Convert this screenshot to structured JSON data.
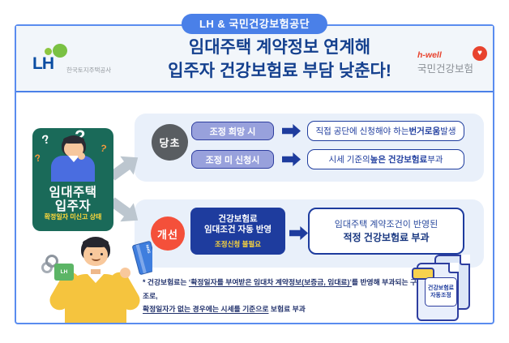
{
  "banner": {
    "label": "LH & 국민건강보험공단"
  },
  "header": {
    "lh": {
      "name": "LH",
      "subtitle": "한국토지주택공사"
    },
    "title_line1": "임대주택 계약정보 연계해",
    "title_line2": "입주자 건강보험료 부담 낮춘다!",
    "nhis": {
      "brand": "h-well",
      "name": "국민건강보험"
    }
  },
  "subject_card": {
    "question_mark": "?",
    "title_line1": "임대주택",
    "title_line2": "입주자",
    "status": "확정일자 미신고 상태"
  },
  "before": {
    "label": "당초",
    "rows": [
      {
        "condition": "조정 희망 시",
        "result_prefix": "직접 공단에 신청해야 하는 ",
        "result_bold": "번거로움",
        "result_suffix": " 발생"
      },
      {
        "condition": "조정 미 신청시",
        "result_prefix": "시세 기준의 ",
        "result_bold": "높은 건강보험료",
        "result_suffix": " 부과"
      }
    ]
  },
  "after": {
    "label": "개선",
    "action_line1": "건강보험료",
    "action_line2": "임대조건 자동 반영",
    "action_note": "조정신청 불필요",
    "result_line1": "임대주택 계약조건이 반영된",
    "result_line2": "적정 건강보험료 부과"
  },
  "document_badge": {
    "line1": "건강보험료",
    "line2": "자동조정"
  },
  "footnote": {
    "prefix": "* 건강보험료는 ",
    "underline1": "‘확정일자를 부여받은 임대차 계약정보(보증금, 임대료)’",
    "middle": "를 반영해 부과되는 구조로,",
    "underline2": "확정일자가 없는 경우에는 시세를 기준으로",
    "suffix": " 보험료 부과"
  },
  "character": {
    "key_tag_label": "LH",
    "card_label": "NHIS"
  },
  "icons": {
    "heart": "♥"
  },
  "colors": {
    "frame_blue": "#5a8cef",
    "banner_blue": "#4a80e8",
    "title_navy": "#14408e",
    "panel_bg": "#e9f0fa",
    "card_teal": "#1a6a59",
    "accent_yellow": "#ffd83a",
    "before_gray": "#595d61",
    "after_red": "#f4503a",
    "deep_blue": "#1e3c9e",
    "pill_purple": "#98a1dc",
    "lh_green": "#7ac143",
    "lh_blue": "#0a4da2",
    "nhis_red": "#e8432e"
  }
}
